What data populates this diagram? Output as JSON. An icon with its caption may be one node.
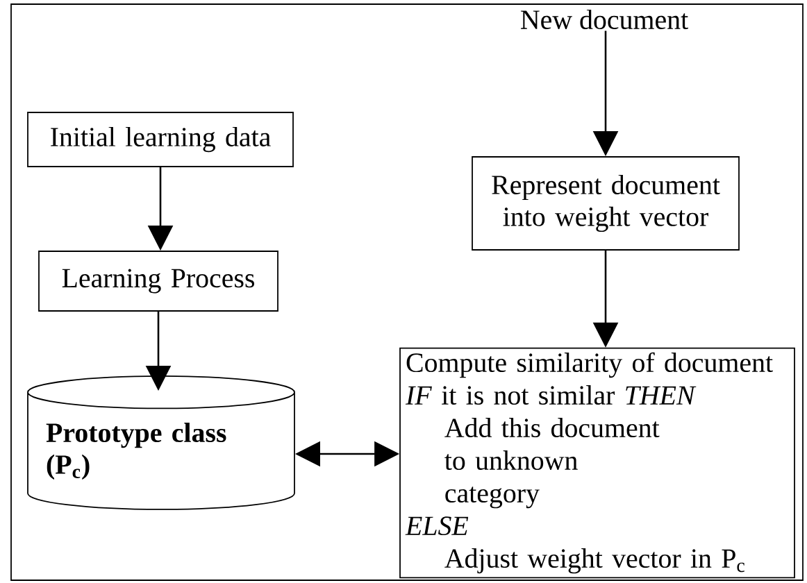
{
  "diagram": {
    "nodes": [
      {
        "text": [
          "New document"
        ]
      },
      {
        "text": [
          "Initial learning data"
        ]
      },
      {
        "text": [
          "Represent document into weight vector"
        ]
      },
      {
        "text": [
          "Learning Process"
        ]
      },
      {
        "text": [
          "Prototype class (P$_{c}$)"
        ]
      },
      {
        "text": [
          "Compute similarity of document",
          "*IF* it is not similar *THEN*",
          "Add this document to unknown category",
          "ELSE",
          "Adjust weight vector in P$_{c}$"
        ]
      }
    ],
    "edges": [
      {
        "from": 0,
        "to": 2,
        "arrow": "to"
      },
      {
        "from": 2,
        "to": 5,
        "arrow": "to"
      },
      {
        "from": 1,
        "to": 3,
        "arrow": "to"
      },
      {
        "from": 3,
        "to": 4,
        "arrow": "to"
      },
      {
        "from": 4,
        "to": 5,
        "arrow": "both"
      }
    ]
  }
}
